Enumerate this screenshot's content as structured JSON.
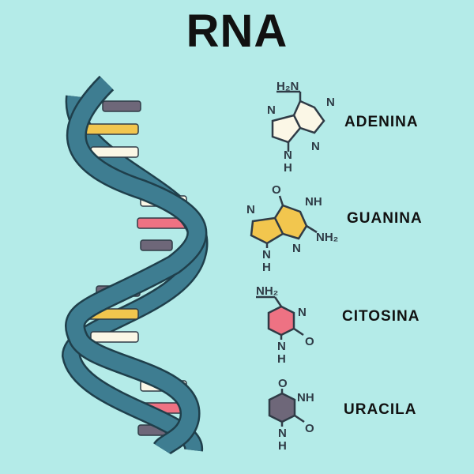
{
  "title": "RNA",
  "colors": {
    "background": "#b4ebe8",
    "strand": "#3e7d91",
    "strand_outline": "#1f3f4b",
    "outline": "#2f3b46",
    "adenina": "#fbf7e6",
    "guanina": "#f2c64e",
    "citosina": "#ee7283",
    "uracila": "#6e6779"
  },
  "helix_rungs": [
    {
      "base": "uracila"
    },
    {
      "base": "guanina"
    },
    {
      "base": "adenina"
    },
    {
      "base": "adenina"
    },
    {
      "base": "citosina"
    },
    {
      "base": "uracila"
    },
    {
      "base": "uracila"
    },
    {
      "base": "guanina"
    },
    {
      "base": "adenina"
    },
    {
      "base": "adenina"
    },
    {
      "base": "citosina"
    },
    {
      "base": "uracila"
    }
  ],
  "bases": [
    {
      "name": "ADENINA",
      "color_key": "adenina",
      "labels": {
        "h2n": "H₂N",
        "n1": "N",
        "n2": "N",
        "n3": "N",
        "nh_n": "N",
        "nh_h": "H"
      }
    },
    {
      "name": "GUANINA",
      "color_key": "guanina",
      "labels": {
        "o": "O",
        "nh": "NH",
        "n1": "N",
        "n2": "N",
        "nh2": "NH₂",
        "nh_n": "N",
        "nh_h": "H"
      }
    },
    {
      "name": "CITOSINA",
      "color_key": "citosina",
      "labels": {
        "nh2": "NH₂",
        "n": "N",
        "o": "O",
        "nh_n": "N",
        "nh_h": "H"
      }
    },
    {
      "name": "URACILA",
      "color_key": "uracila",
      "labels": {
        "o1": "O",
        "nh": "NH",
        "o2": "O",
        "nh_n": "N",
        "nh_h": "H"
      }
    }
  ]
}
